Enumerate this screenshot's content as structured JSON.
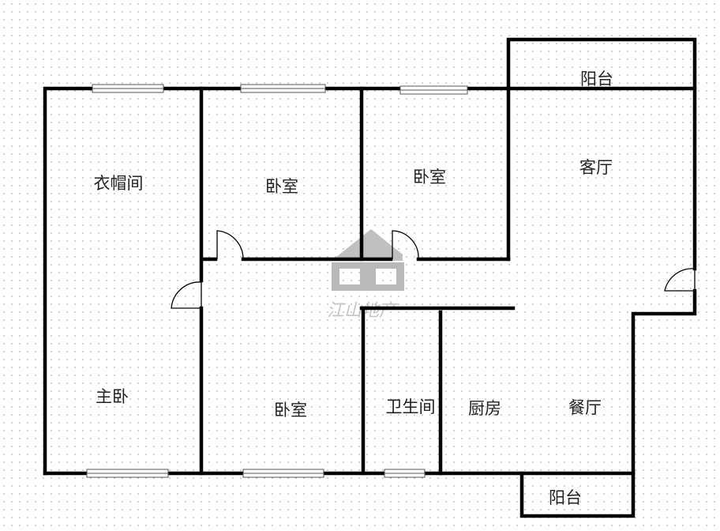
{
  "rooms": {
    "wardrobe": "衣帽间",
    "bedroom_1": "卧室",
    "bedroom_2": "卧室",
    "bedroom_3": "卧室",
    "living_room": "客厅",
    "balcony_top": "阳台",
    "master_bedroom": "主卧",
    "bathroom": "卫生间",
    "kitchen": "厨房",
    "dining_room": "餐厅",
    "balcony_bottom": "阳台"
  },
  "watermark": "江山地产",
  "colors": {
    "wall": "#000000",
    "watermark": "#b9b9b9",
    "grid_dot": "#9a9a9a"
  }
}
